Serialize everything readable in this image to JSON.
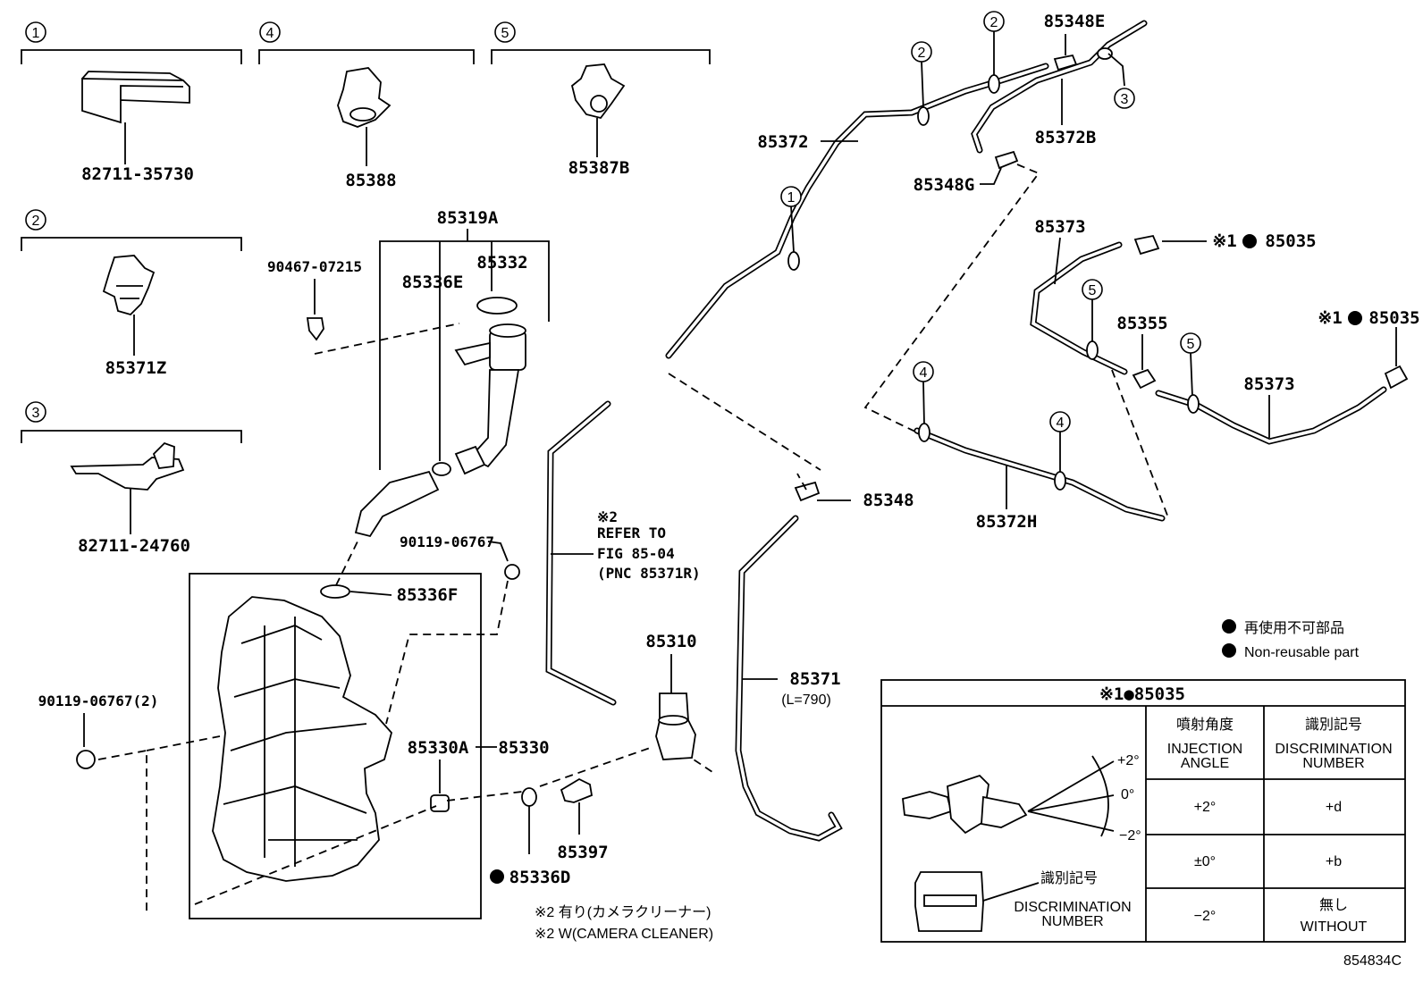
{
  "diagram_code": "854834C",
  "callouts": {
    "c1": "1",
    "c2": "2",
    "c3": "3",
    "c4": "4",
    "c5": "5"
  },
  "insets": {
    "inset1_part": "82711-35730",
    "inset2_part": "85371Z",
    "inset3_part": "82711-24760",
    "inset4_part": "85388",
    "inset5_part": "85387B"
  },
  "parts": {
    "p85319A": "85319A",
    "p85332": "85332",
    "p85336E": "85336E",
    "p90467": "90467-07215",
    "p90119_a": "90119-06767",
    "p85336F": "85336F",
    "p90119_b": "90119-06767(2)",
    "p85330A": "85330A",
    "p85330": "85330",
    "p85336D": "85336D",
    "p85397": "85397",
    "p85310": "85310",
    "p85372": "85372",
    "p85372B": "85372B",
    "p85348E": "85348E",
    "p85348G": "85348G",
    "p85348": "85348",
    "p85371": "85371",
    "p85371_len": "(L=790)",
    "p85373_a": "85373",
    "p85373_b": "85373",
    "p85355": "85355",
    "p85372H": "85372H",
    "p85035_a": "85035",
    "p85035_b": "85035",
    "kome1": "※1",
    "kome2": "※2"
  },
  "refer": {
    "line1": "※2",
    "line2": "REFER TO",
    "line3": "FIG 85-04",
    "line4": "(PNC 85371R)"
  },
  "notes": {
    "camera_jp": "※2 有り(カメラクリーナー)",
    "camera_en": "※2 W(CAMERA CLEANER)"
  },
  "legend": {
    "jp": "再使用不可部品",
    "en": "Non-reusable part"
  },
  "table": {
    "title": "※1●85035",
    "col1_jp": "噴射角度",
    "col1_en1": "INJECTION",
    "col1_en2": "ANGLE",
    "col2_jp": "識別記号",
    "col2_en1": "DISCRIMINATION",
    "col2_en2": "NUMBER",
    "rows": [
      {
        "angle": "+2°",
        "mark": "+d"
      },
      {
        "angle": "±0°",
        "mark": "+b"
      },
      {
        "angle": "−2°",
        "mark1": "無し",
        "mark2": "WITHOUT"
      }
    ],
    "angle_plus": "+2°",
    "angle_zero": "0°",
    "angle_minus": "−2°",
    "disc_jp": "識別記号",
    "disc_en1": "DISCRIMINATION",
    "disc_en2": "NUMBER"
  },
  "colors": {
    "ink": "#000000",
    "paper": "#ffffff"
  }
}
